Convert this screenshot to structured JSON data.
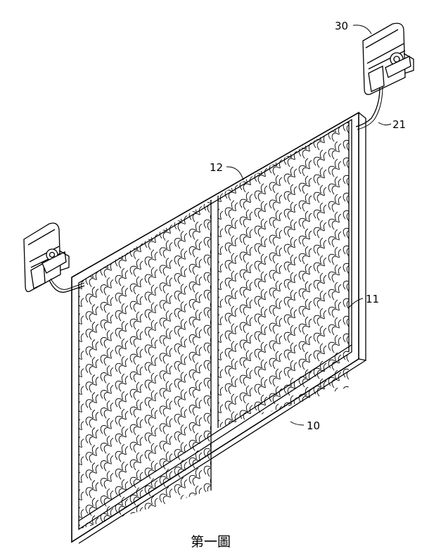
{
  "figure": {
    "caption": "第一圖",
    "labels": {
      "panel": "10",
      "frame": "11",
      "heating_pattern": "12",
      "cable": "21",
      "controller": "30"
    }
  }
}
